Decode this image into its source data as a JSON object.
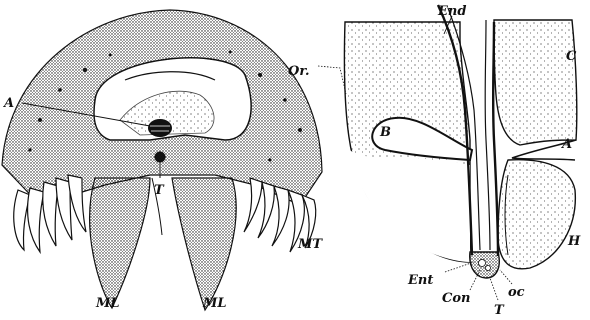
{
  "figure": {
    "ink_color": "#111111",
    "paper_color": "#ffffff",
    "left_panel": {
      "labels": {
        "A": "A",
        "T": "T",
        "MT": "MT",
        "ML_left": "ML",
        "ML_right": "ML"
      }
    },
    "right_panel": {
      "labels": {
        "End": "End",
        "Or": "Or.",
        "C": "C",
        "B": "B",
        "A": "A",
        "H": "H",
        "Ent": "Ent",
        "Con": "Con",
        "oc": "oc",
        "T": "T"
      }
    }
  }
}
